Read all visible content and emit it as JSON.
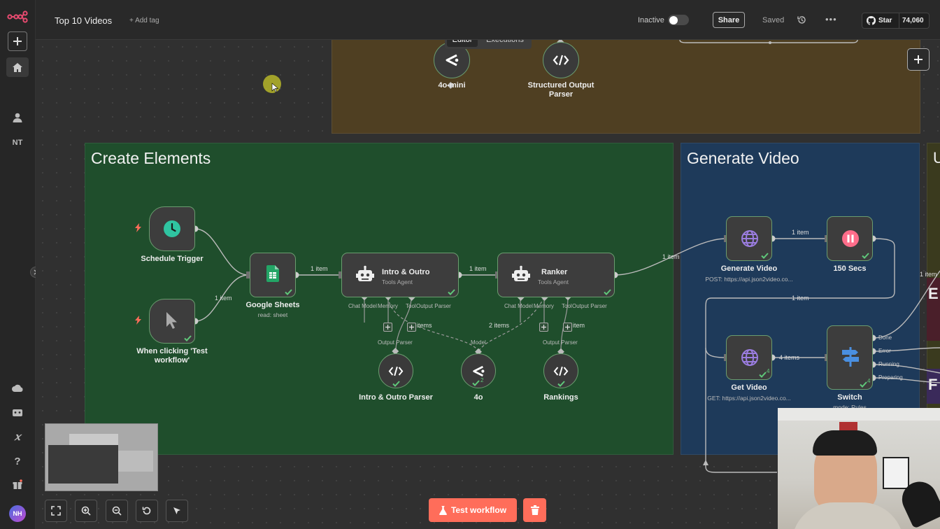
{
  "workflow": {
    "title": "Top 10 Videos",
    "add_tag": "+ Add tag"
  },
  "header": {
    "inactive_label": "Inactive",
    "share_label": "Share",
    "saved_label": "Saved",
    "github_star_label": "Star",
    "github_star_count": "74,060"
  },
  "tabs": {
    "editor": "Editor",
    "executions": "Executions"
  },
  "sidebar": {
    "user_initials": "NT",
    "avatar_initials": "NH"
  },
  "groups": {
    "create_elements": "Create Elements",
    "generate_video": "Generate Video",
    "partial_right": "U",
    "partial_right_b": "E",
    "partial_right_f": "F"
  },
  "nodes": {
    "mini": "4o-mini",
    "structured_parser": "Structured Output Parser",
    "schedule_trigger": "Schedule Trigger",
    "manual_trigger": "When clicking 'Test workflow'",
    "google_sheets": "Google Sheets",
    "google_sheets_sub": "read: sheet",
    "intro_outro": "Intro & Outro",
    "intro_outro_sub": "Tools Agent",
    "ranker": "Ranker",
    "ranker_sub": "Tools Agent",
    "intro_outro_parser": "Intro & Outro Parser",
    "model_4o": "4o",
    "rankings": "Rankings",
    "generate_video": "Generate Video",
    "generate_video_sub": "POST: https://api.json2video.co...",
    "secs": "150 Secs",
    "get_video": "Get Video",
    "get_video_sub": "GET: https://api.json2video.co...",
    "switch": "Switch",
    "switch_sub": "mode: Rules"
  },
  "ports": {
    "chat_model": "Chat Model",
    "memory": "Memory",
    "tool": "Tool",
    "output_parser": "Output Parser",
    "model": "Model"
  },
  "switch_outputs": [
    "Done",
    "Error",
    "Running",
    "Preparing"
  ],
  "connections": {
    "item1": "1 item",
    "items2": "2 items",
    "items4": "4 items",
    "items_partial": "items",
    "item_partial": "item"
  },
  "badges": {
    "badge_2": "2",
    "badge_4": "4"
  },
  "toolbar": {
    "test_workflow": "Test workflow"
  },
  "colors": {
    "accent": "#ff6d5a",
    "node_border": "#6a9c6f",
    "group_green": "#1f4e2c",
    "group_blue": "#1e3a5a",
    "group_brown": "#4f3f22"
  }
}
